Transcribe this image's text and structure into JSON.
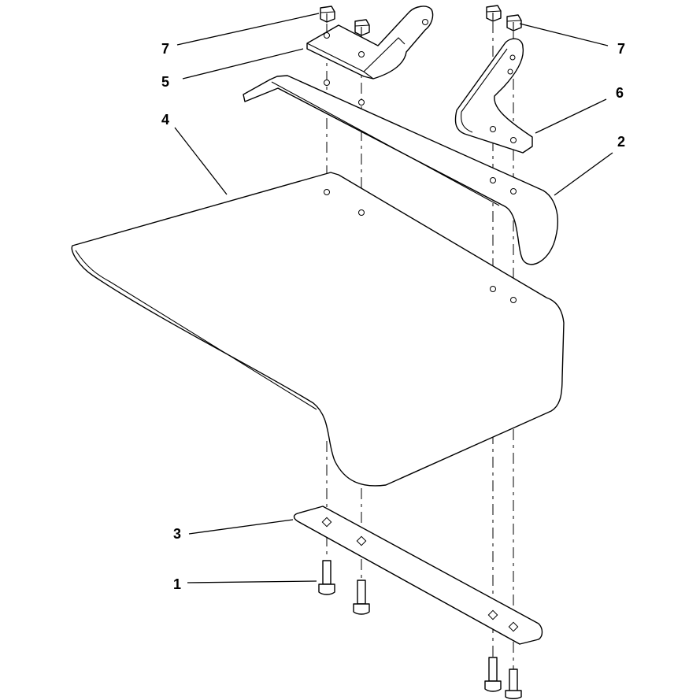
{
  "callouts": {
    "c1": "1",
    "c2": "2",
    "c3": "3",
    "c4": "4",
    "c5": "5",
    "c6": "6",
    "c7_left": "7",
    "c7_right": "7"
  }
}
